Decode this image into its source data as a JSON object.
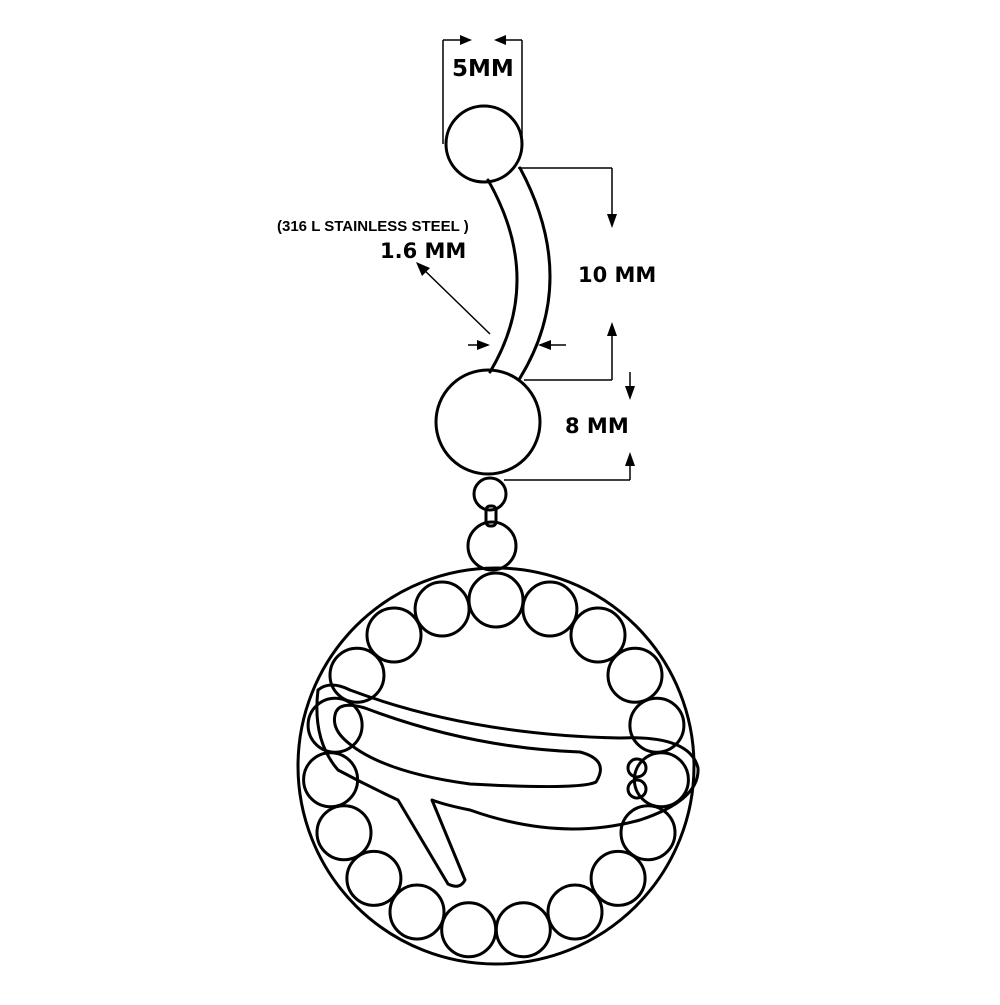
{
  "diagram": {
    "labels": {
      "top_ball_width": "5MM",
      "material": "(316 L STAINLESS STEEL )",
      "gauge": "1.6 MM",
      "bar_length": "10 MM",
      "bottom_ball_width": "8 MM"
    },
    "pendant_motif": "high-heel-shoe",
    "rhinestone_count": 19,
    "colors": {
      "line": "#000000",
      "background": "#ffffff"
    }
  }
}
